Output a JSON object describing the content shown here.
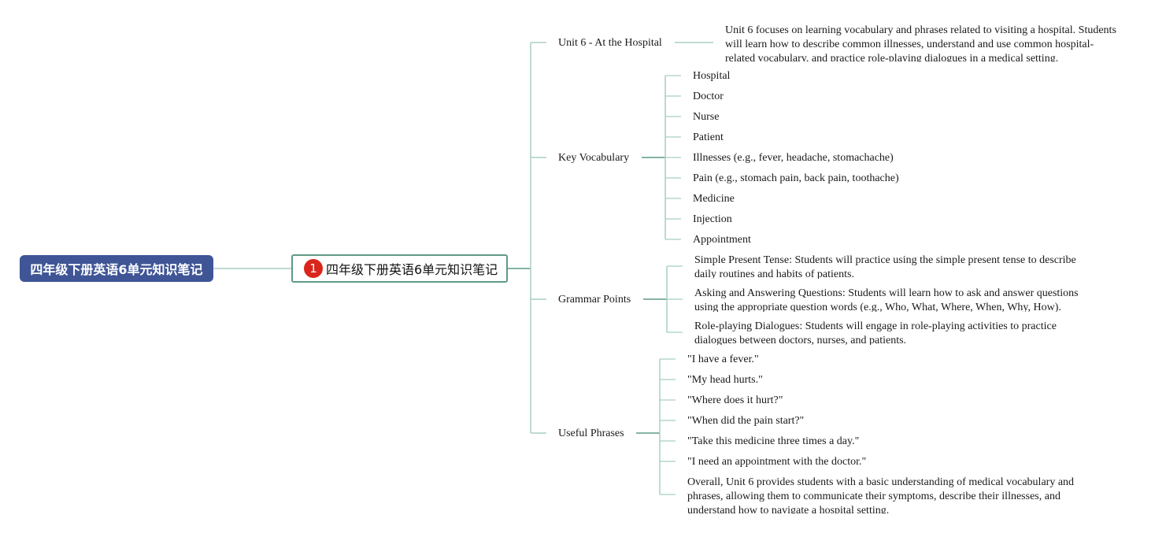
{
  "colors": {
    "root_bg": "#3f5596",
    "line": "#5f9a86",
    "line_light": "#a8cfc0",
    "marker": "#d9261c"
  },
  "root": {
    "label": "四年级下册英语6单元知识笔记"
  },
  "center": {
    "marker": "1",
    "label": "四年级下册英语6单元知识笔记"
  },
  "branches": [
    {
      "label": "Unit 6 - At the Hospital",
      "children": [
        "Unit 6 focuses on learning vocabulary and phrases related to visiting a hospital. Students will learn how to describe common illnesses, understand and use common hospital-related vocabulary, and practice role-playing dialogues in a medical setting."
      ]
    },
    {
      "label": "Key Vocabulary",
      "children": [
        "Hospital",
        "Doctor",
        "Nurse",
        "Patient",
        "Illnesses (e.g., fever, headache, stomachache)",
        "Pain (e.g., stomach pain, back pain, toothache)",
        "Medicine",
        "Injection",
        "Appointment"
      ]
    },
    {
      "label": "Grammar Points",
      "children": [
        "Simple Present Tense: Students will practice using the simple present tense to describe daily routines and habits of patients.",
        "Asking and Answering Questions: Students will learn how to ask and answer questions using the appropriate question words (e.g., Who, What, Where, When, Why, How).",
        "Role-playing Dialogues: Students will engage in role-playing activities to practice dialogues between doctors, nurses, and patients."
      ]
    },
    {
      "label": "Useful Phrases",
      "children": [
        "\"I have a fever.\"",
        "\"My head hurts.\"",
        "\"Where does it hurt?\"",
        "\"When did the pain start?\"",
        "\"Take this medicine three times a day.\"",
        "\"I need an appointment with the doctor.\"",
        "Overall, Unit 6 provides students with a basic understanding of medical vocabulary and phrases, allowing them to communicate their symptoms, describe their illnesses, and understand how to navigate a hospital setting."
      ]
    }
  ]
}
